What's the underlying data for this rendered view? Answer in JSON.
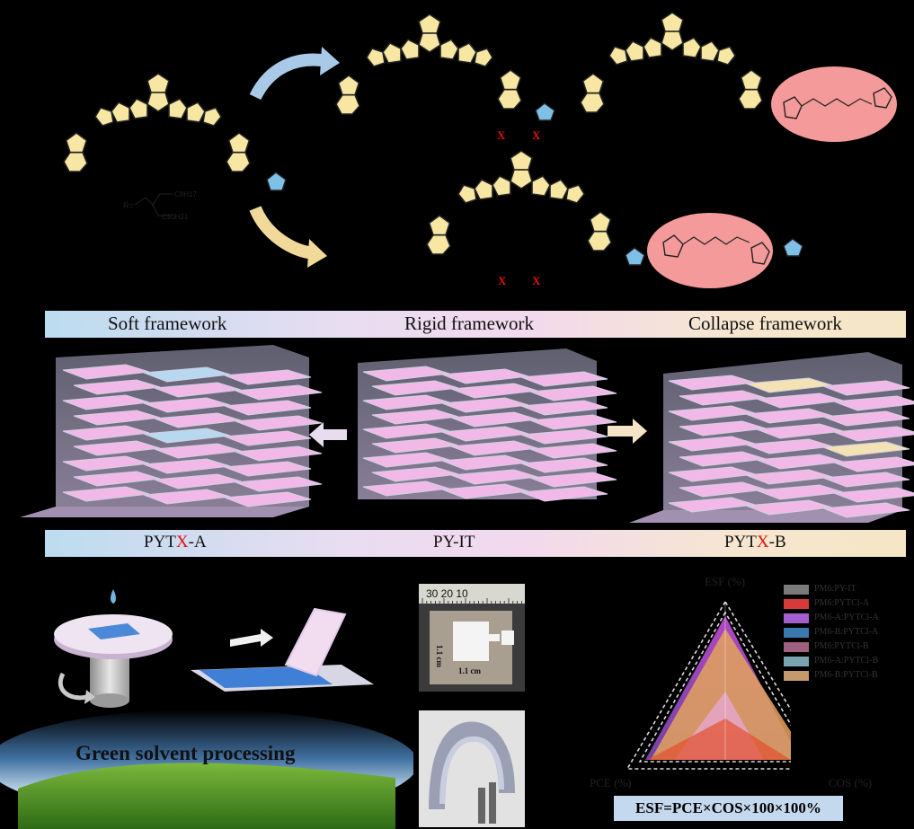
{
  "bands": {
    "top": {
      "left": "Soft framework",
      "center": "Rigid framework",
      "right": "Collapse framework"
    },
    "bottom": {
      "left_pre": "PYT",
      "left_x": "X",
      "left_post": "-A",
      "center": "PY-IT",
      "right_pre": "PYT",
      "right_x": "X",
      "right_post": "-B"
    }
  },
  "molecule": {
    "r_label": "R=",
    "chain_top": "C8H17",
    "chain_bottom": "C10H21",
    "x_mark": "X"
  },
  "device": {
    "ruler_numbers": "30  20  10",
    "width_label": "1.1 cm",
    "height_label": "1.1 cm"
  },
  "processing": {
    "label": "Green solvent processing"
  },
  "radar": {
    "axis_top": "ESF (%)",
    "axis_left": "PCE (%)",
    "axis_right": "COS (%)",
    "formula": "ESF=PCE×COS×100×100%",
    "legend": [
      {
        "label": "PM6:PY-IT",
        "color": "#7a7a7a"
      },
      {
        "label": "PM6:PYTCl-A",
        "color": "#d83a3a"
      },
      {
        "label": "PM6-A:PYTCl-A",
        "color": "#a45fce"
      },
      {
        "label": "PM6-B:PYTCl-A",
        "color": "#3a78b0"
      },
      {
        "label": "PM6:PYTCl-B",
        "color": "#a06080"
      },
      {
        "label": "PM6-A:PYTCl-B",
        "color": "#7aa4b0"
      },
      {
        "label": "PM6-B:PYTCl-B",
        "color": "#c49a6c"
      }
    ]
  }
}
